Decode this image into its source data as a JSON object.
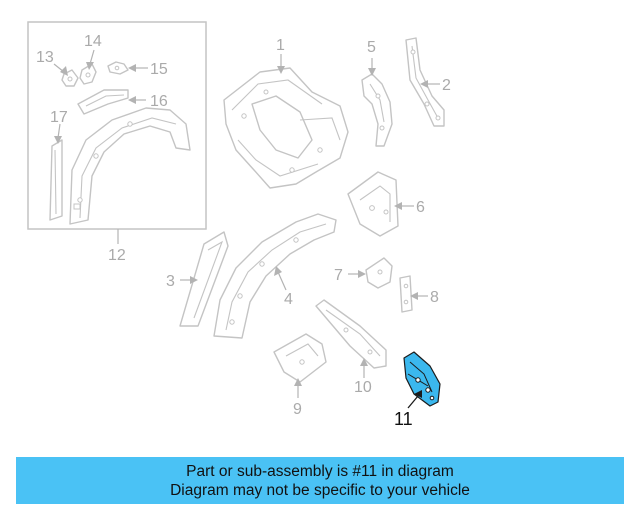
{
  "diagram": {
    "callouts": {
      "c1": "1",
      "c2": "2",
      "c3": "3",
      "c4": "4",
      "c5": "5",
      "c6": "6",
      "c7": "7",
      "c8": "8",
      "c9": "9",
      "c10": "10",
      "c11": "11",
      "c12": "12",
      "c13": "13",
      "c14": "14",
      "c15": "15",
      "c16": "16",
      "c17": "17"
    },
    "highlighted_part": "11",
    "highlight_color": "#3bb8ee",
    "part_color": "#c4c4c4"
  },
  "banner": {
    "line1": "Part or sub-assembly is #11 in diagram",
    "line2": "Diagram may not be specific to your vehicle",
    "background": "#4ac2f5"
  }
}
